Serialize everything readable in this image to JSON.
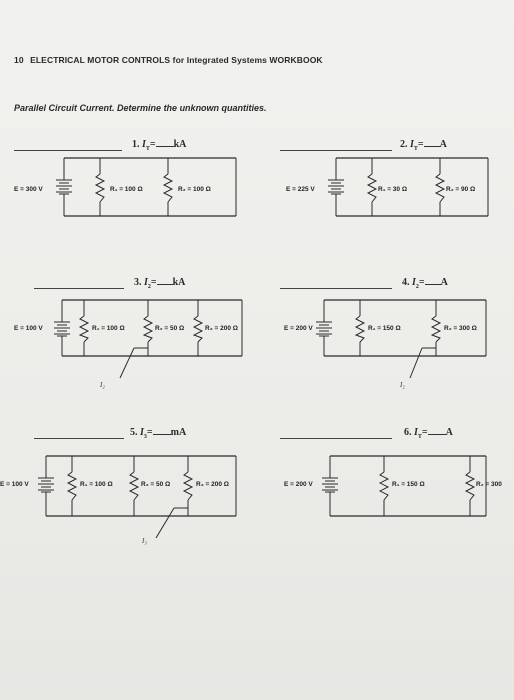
{
  "header": {
    "page_number": "10",
    "title": "ELECTRICAL MOTOR CONTROLS for Integrated Systems WORKBOOK"
  },
  "section": {
    "title": "Parallel Circuit Current.",
    "instruction": "Determine the unknown quantities."
  },
  "problems": [
    {
      "label": "1. Iₜ = ___ kA",
      "number": "1.",
      "unknown": "I",
      "subscript": "T",
      "unit": "kA",
      "source": "E = 300 V",
      "resistors": [
        "R₁ = 100 Ω",
        "R₂ = 100 Ω"
      ],
      "current_label": ""
    },
    {
      "label": "2. Iₜ = ___ A",
      "number": "2.",
      "unknown": "I",
      "subscript": "T",
      "unit": "A",
      "source": "E = 225 V",
      "resistors": [
        "R₁ = 30 Ω",
        "R₂ = 90 Ω"
      ],
      "current_label": ""
    },
    {
      "label": "3. I₂ = ___ kA",
      "number": "3.",
      "unknown": "I",
      "subscript": "2",
      "unit": "kA",
      "source": "E = 100 V",
      "resistors": [
        "R₁ = 100 Ω",
        "R₂ = 50 Ω",
        "R₃ = 200 Ω"
      ],
      "current_label": "I₂"
    },
    {
      "label": "4. I₂ = ___ A",
      "number": "4.",
      "unknown": "I",
      "subscript": "2",
      "unit": "A",
      "source": "E = 200 V",
      "resistors": [
        "R₁ = 150 Ω",
        "R₂ = 300 Ω"
      ],
      "current_label": "I₂"
    },
    {
      "label": "5. I₃ = ___ mA",
      "number": "5.",
      "unknown": "I",
      "subscript": "3",
      "unit": "mA",
      "source": "E = 100 V",
      "resistors": [
        "R₁ = 100 Ω",
        "R₂ = 50 Ω",
        "R₃ = 200 Ω"
      ],
      "current_label": "I₃"
    },
    {
      "label": "6. Iₜ = ___ A",
      "number": "6.",
      "unknown": "I",
      "subscript": "T",
      "unit": "A",
      "source": "E = 200 V",
      "resistors": [
        "R₁ = 150 Ω",
        "R₂ = 300"
      ],
      "current_label": ""
    }
  ]
}
